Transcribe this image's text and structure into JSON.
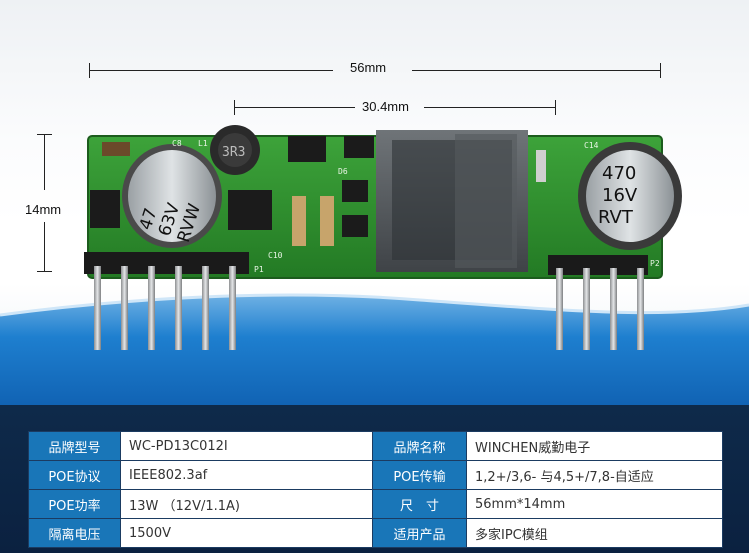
{
  "dimensions": {
    "overall_length": "56mm",
    "transformer_length": "30.4mm",
    "height": "14mm"
  },
  "board_markings": {
    "capacitor_left": [
      "47",
      "63V",
      "RVW"
    ],
    "capacitor_right": [
      "470",
      "16V",
      "RVT"
    ],
    "inductor": "3R3",
    "labels": [
      "C8",
      "L1",
      "C14",
      "D6",
      "C10",
      "P1",
      "P2"
    ]
  },
  "colors": {
    "pcb_green": "#2f8a2e",
    "header_cell": "#1976b8",
    "panel_bg": "#0e2a4a"
  },
  "specs": [
    [
      "品牌型号",
      "WC-PD13C012I",
      "品牌名称",
      "WINCHEN威勤电子"
    ],
    [
      "POE协议",
      "IEEE802.3af",
      "POE传输",
      "1,2+/3,6- 与4,5+/7,8-自适应"
    ],
    [
      "POE功率",
      "13W （12V/1.1A)",
      "尺　寸",
      "56mm*14mm"
    ],
    [
      "隔离电压",
      "1500V",
      "适用产品",
      "多家IPC模组"
    ]
  ]
}
